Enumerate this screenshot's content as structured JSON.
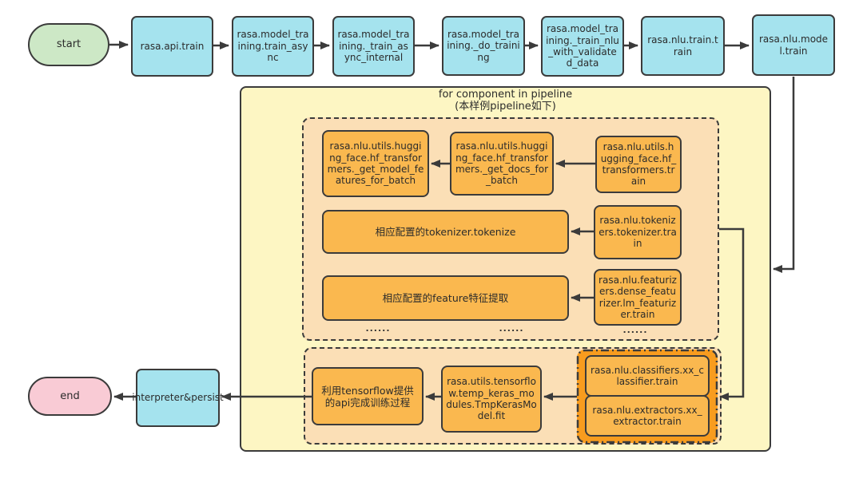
{
  "colors": {
    "node_cyan": "#A5E3EE",
    "start_green": "#CDE8C6",
    "end_pink": "#F9CBD5",
    "loop_yellow": "#FDF6C3",
    "section_peach": "#FBDFB6",
    "node_orange": "#FAB84F",
    "group_orange": "#F89C1E",
    "stroke": "#3B3B3B"
  },
  "flow": {
    "start": "start",
    "end": "end",
    "top_row": [
      "rasa.api.train",
      "rasa.model_training.train_async",
      "rasa.model_training._train_async_internal",
      "rasa.model_training._do_training",
      "rasa.model_training._train_nlu_with_validated_data",
      "rasa.nlu.train.train",
      "rasa.nlu.model.train"
    ],
    "loop": {
      "title_line1": "for component in pipeline",
      "title_line2": "(本样例pipeline如下)"
    },
    "components": {
      "hf_features": "rasa.nlu.utils.hugging_face.hf_transformers._get_model_features_for_batch",
      "hf_docs": "rasa.nlu.utils.hugging_face.hf_transformers._get_docs_for_batch",
      "hf_train": "rasa.nlu.utils.hugging_face.hf_transformers.train",
      "tokenize": "相应配置的tokenizer.tokenize",
      "tokenizer_train": "rasa.nlu.tokenizers.tokenizer.train",
      "featurize": "相应配置的feature特征提取",
      "featurizer_train": "rasa.nlu.featurizers.dense_featurizer.lm_featurizer.train",
      "ellipsis": "......"
    },
    "train": {
      "tensorflow_api": "利用tensorflow提供的api完成训练过程",
      "keras_fit": "rasa.utils.tensorflow.temp_keras_modules.TmpKerasModel.fit",
      "classifier_train": "rasa.nlu.classifiers.xx_classifier.train",
      "extractor_train": "rasa.nlu.extractors.xx_extractor.train"
    },
    "interpreter": "interpreter&persist"
  }
}
